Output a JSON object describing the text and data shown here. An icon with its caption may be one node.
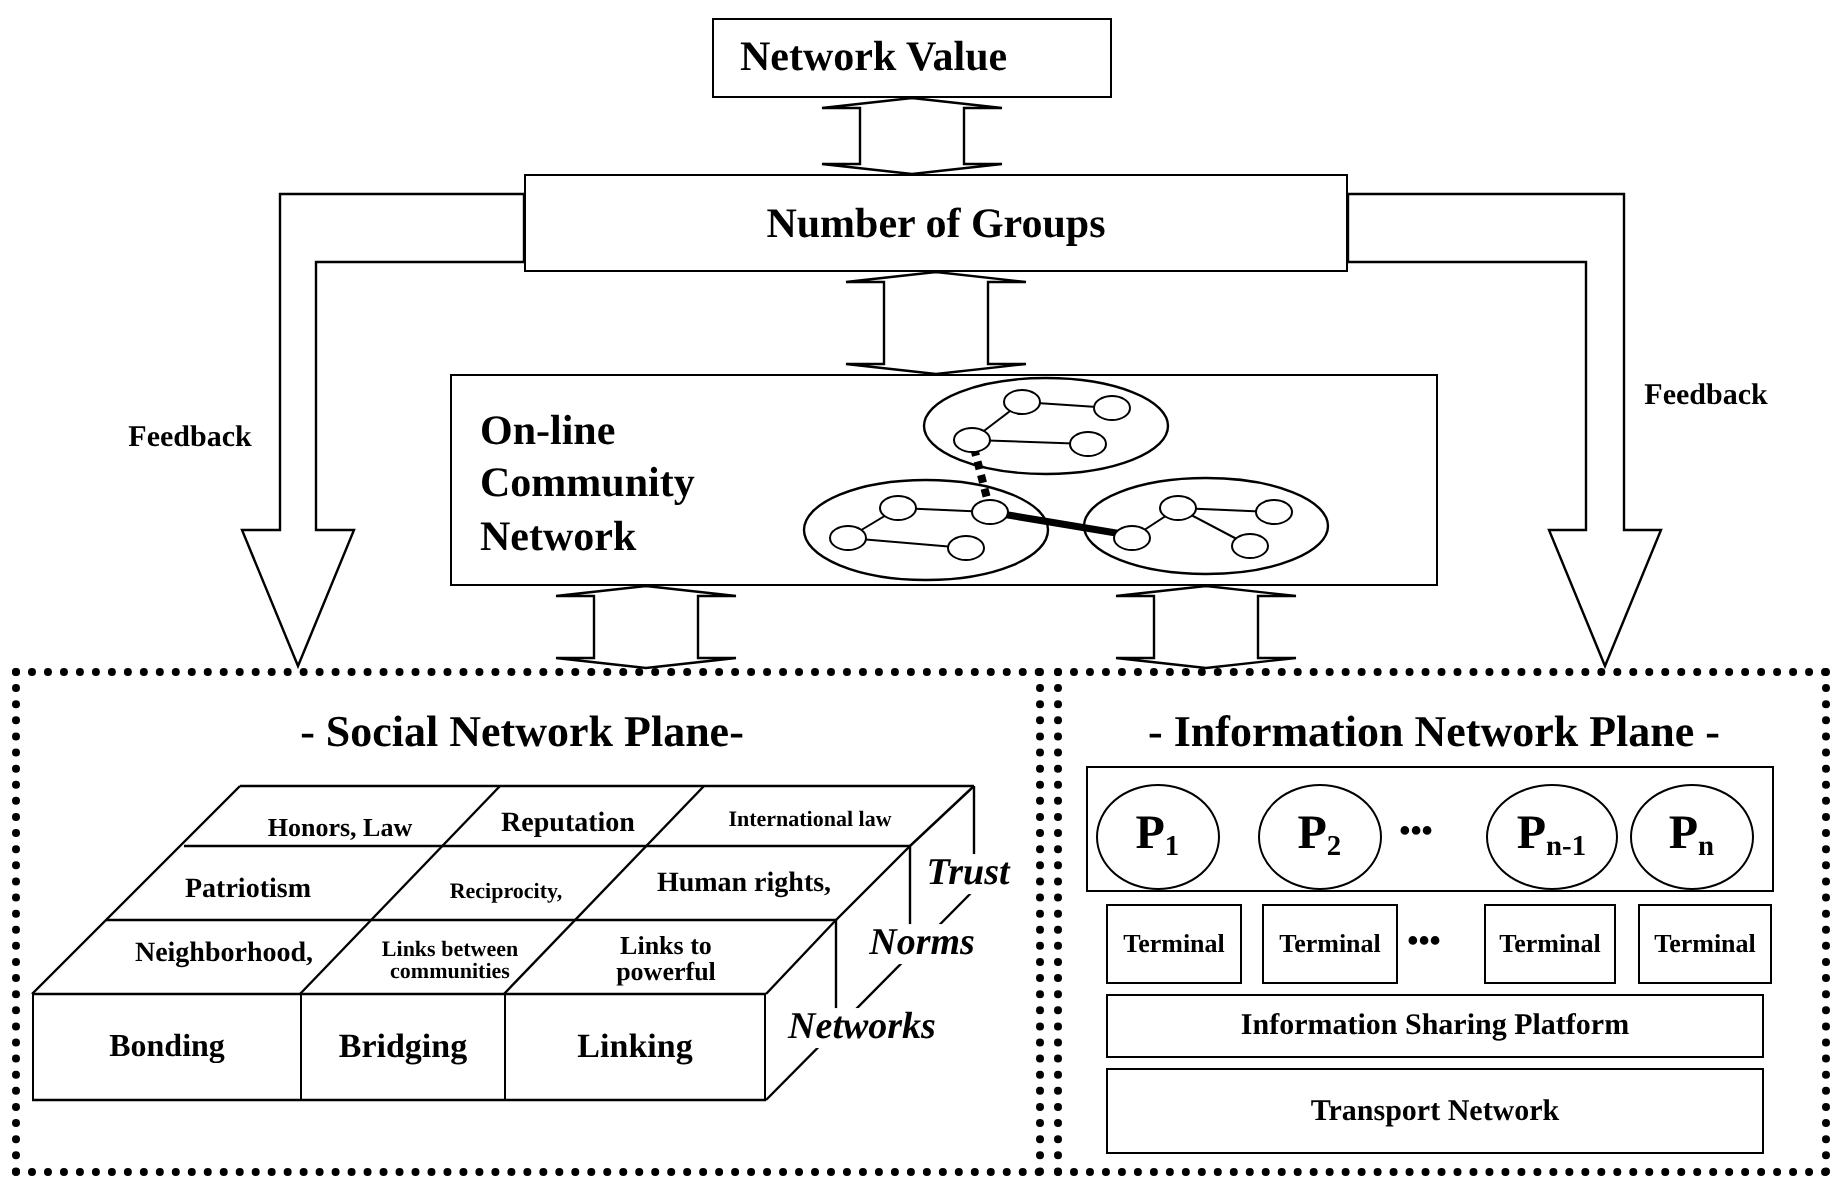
{
  "diagram": {
    "nodes": [
      {
        "text": [
          "Network Value"
        ]
      },
      {
        "text": [
          "Number of Groups"
        ]
      },
      {
        "text": [
          "On-line Community Network"
        ]
      },
      {
        "text": [
          "- Social Network Plane-"
        ]
      },
      {
        "text": [
          "- Information Network Plane -"
        ]
      },
      {
        "text": [],
        "shape": "box",
        "in": 4
      },
      {
        "text": [
          "P$_{1}$"
        ],
        "in": 5
      },
      {
        "text": [
          "P$_{2}$"
        ],
        "in": 5
      },
      {
        "text": [
          "P$_{n-1}$"
        ],
        "in": 5
      },
      {
        "text": [
          "P$_{n}$"
        ],
        "in": 5
      },
      {
        "text": [
          "Terminal"
        ],
        "in": 4
      },
      {
        "text": [
          "Terminal"
        ],
        "in": 4
      },
      {
        "text": [
          "Terminal"
        ],
        "in": 4
      },
      {
        "text": [
          "Terminal"
        ],
        "in": 4
      },
      {
        "text": [
          "Information Sharing Platform"
        ],
        "in": 4
      },
      {
        "text": [
          "Transport Network"
        ],
        "in": 4
      },
      {
        "text": [
          "Bonding"
        ],
        "in": 3
      },
      {
        "text": [
          "Bridging"
        ],
        "in": 3
      },
      {
        "text": [
          "Linking"
        ],
        "in": 3
      }
    ],
    "edges": [
      {
        "from": 0,
        "to": 1,
        "arrow": "both"
      },
      {
        "from": 1,
        "to": 2,
        "arrow": "both"
      },
      {
        "from": 2,
        "to": 3,
        "arrow": "both"
      },
      {
        "from": 2,
        "to": 4,
        "arrow": "both"
      },
      {
        "from": 1,
        "to": 3,
        "arrow": "to",
        "label": "Feedback"
      },
      {
        "from": 1,
        "to": 4,
        "arrow": "to",
        "label": "Feedback"
      }
    ],
    "labels": [
      "Honors, Law",
      "Reputation",
      "International law",
      "Patriotism",
      "Reciprocity,",
      "Human rights,",
      "Trust",
      "Neighborhood,",
      "Links between communities",
      "Links to powerful",
      "Norms",
      "Networks",
      "•••",
      "•••"
    ]
  }
}
